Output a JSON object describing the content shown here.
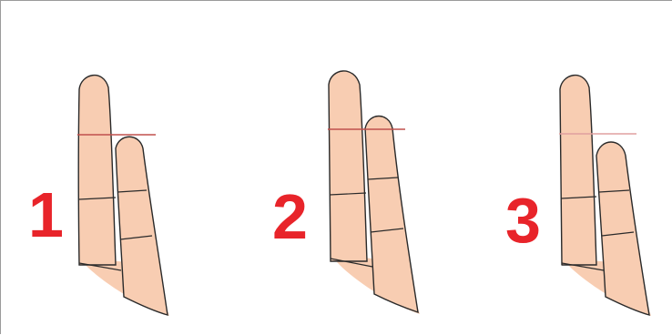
{
  "labels": [
    "1",
    "2",
    "3"
  ],
  "colors": {
    "skin": "#f8cdb2",
    "outline": "#2a2a2a",
    "reference_line": "#c0504d",
    "label": "#e8242a"
  }
}
